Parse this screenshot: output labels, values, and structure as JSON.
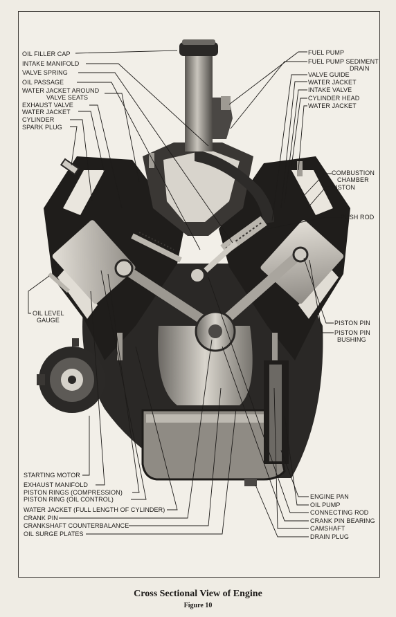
{
  "labels_left": [
    "OIL FILLER CAP",
    "INTAKE MANIFOLD",
    "VALVE SPRING",
    "OIL PASSAGE",
    "WATER JACKET AROUND",
    "VALVE SEATS",
    "EXHAUST VALVE",
    "WATER JACKET",
    "CYLINDER",
    "SPARK PLUG"
  ],
  "labels_right": [
    "FUEL PUMP",
    "FUEL PUMP SEDIMENT",
    "DRAIN",
    "VALVE GUIDE",
    "WATER JACKET",
    "INTAKE VALVE",
    "CYLINDER HEAD",
    "WATER JACKET",
    "COMBUSTION",
    "CHAMBER",
    "PISTON",
    "PUSH ROD",
    "PISTON PIN",
    "PISTON PIN",
    "BUSHING"
  ],
  "labels_mid_left": [
    "OIL LEVEL",
    "GAUGE"
  ],
  "labels_bottom_left": [
    "STARTING MOTOR",
    "EXHAUST MANIFOLD",
    "PISTON RINGS (COMPRESSION)",
    "PISTON RING (OIL CONTROL)",
    "WATER JACKET (FULL LENGTH OF CYLINDER)",
    "CRANK PIN",
    "CRANKSHAFT COUNTERBALANCE",
    "OIL SURGE PLATES"
  ],
  "labels_bottom_right": [
    "ENGINE PAN",
    "OIL PUMP",
    "CONNECTING ROD",
    "CRANK PIN BEARING",
    "CAMSHAFT",
    "DRAIN PLUG"
  ],
  "caption": "Cross Sectional View of Engine",
  "figure": "Figure 10"
}
